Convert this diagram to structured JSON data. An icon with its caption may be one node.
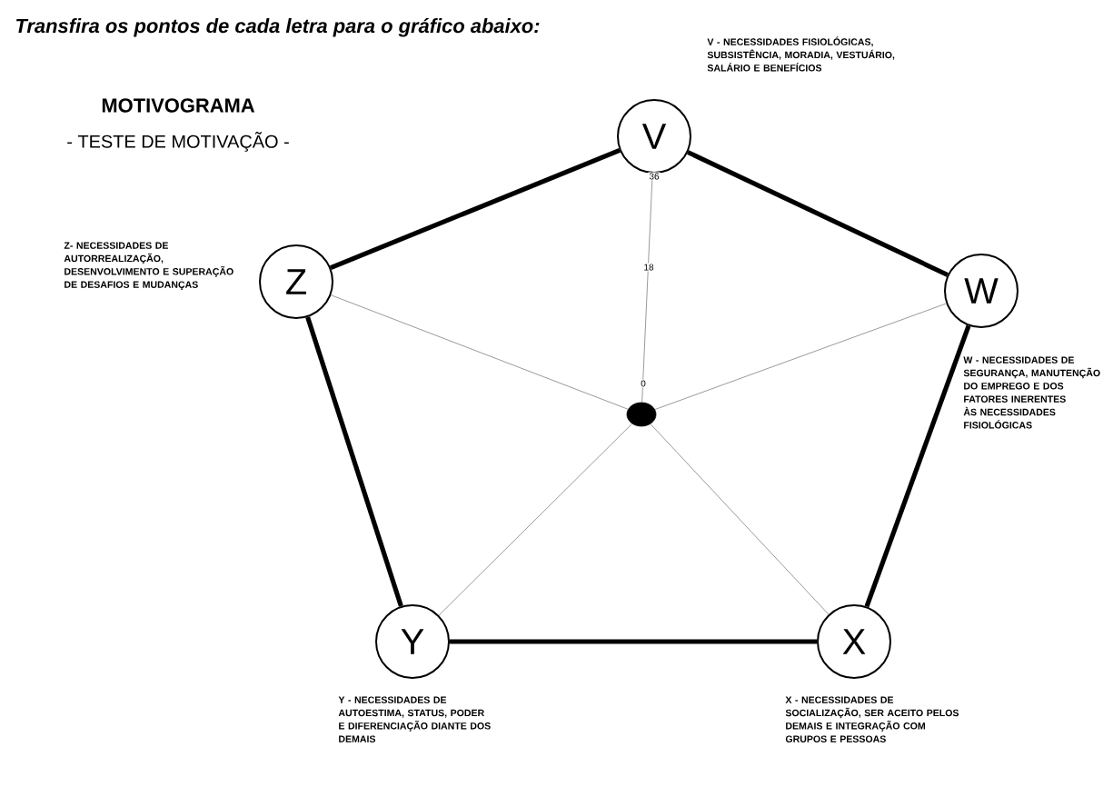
{
  "diagram": {
    "title": "Transfira os pontos de cada letra para o gráfico abaixo:",
    "nodes": [
      {
        "text": [
          "V"
        ],
        "beside": [
          "V - NECESSIDADES FISIOLÓGICAS, SUBSISTÊNCIA, MORADIA, VESTUÁRIO, SALÁRIO E BENEFÍCIOS"
        ]
      },
      {
        "text": [
          "W"
        ],
        "beside": [
          "W - NECESSIDADES DE SEGURANÇA, MANUTENÇÃO DO EMPREGO E DOS FATORES INERENTES ÀS NECESSIDADES FISIOLÓGICAS"
        ]
      },
      {
        "text": [
          "X"
        ],
        "beside": [
          "X - NECESSIDADES DE SOCIALIZAÇÃO, SER ACEITO PELOS DEMAIS E INTEGRAÇÃO COM GRUPOS E PESSOAS"
        ]
      },
      {
        "text": [
          "Y"
        ],
        "beside": [
          "Y - NECESSIDADES DE AUTOESTIMA, STATUS, PODER E DIFERENCIAÇÃO DIANTE DOS DEMAIS"
        ]
      },
      {
        "text": [
          "Z"
        ],
        "beside": [
          "Z- NECESSIDADES DE AUTORREALIZAÇÃO, DESENVOLVIMENTO E SUPERAÇÃO DE DESAFIOS E MUDANÇAS"
        ]
      },
      {
        "text": [],
        "shape": "circle"
      }
    ],
    "edges": [
      {
        "from": 0,
        "to": 1,
        "arrow": "none",
        "style": "thick"
      },
      {
        "from": 1,
        "to": 2,
        "arrow": "none",
        "style": "thick"
      },
      {
        "from": 2,
        "to": 3,
        "arrow": "none",
        "style": "thick"
      },
      {
        "from": 3,
        "to": 4,
        "arrow": "none",
        "style": "thick"
      },
      {
        "from": 4,
        "to": 0,
        "arrow": "none",
        "style": "thick"
      },
      {
        "from": 5,
        "to": 0,
        "arrow": "none",
        "color": "#808080"
      },
      {
        "from": 5,
        "to": 1,
        "arrow": "none",
        "color": "#808080"
      },
      {
        "from": 5,
        "to": 2,
        "arrow": "none",
        "color": "#808080"
      },
      {
        "from": 5,
        "to": 3,
        "arrow": "none",
        "color": "#808080"
      },
      {
        "from": 5,
        "to": 4,
        "arrow": "none",
        "color": "#808080"
      }
    ],
    "labels": [
      "MOTIVOGRAMA",
      "- TESTE DE MOTIVAÇÃO -",
      "36",
      "18",
      "0"
    ]
  }
}
